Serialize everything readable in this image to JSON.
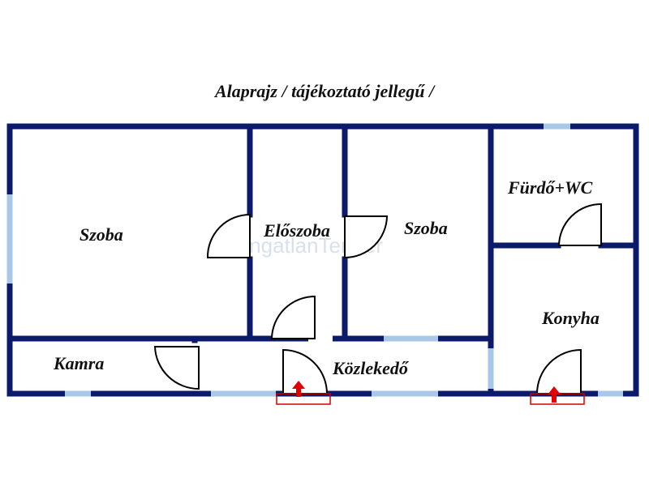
{
  "title": "Alaprajz / tájékoztató jellegű /",
  "rooms": {
    "szoba1": "Szoba",
    "eloszoba": "Előszoba",
    "szoba2": "Szoba",
    "furdo": "Fürdő+WC",
    "konyha": "Konyha",
    "kamra": "Kamra",
    "kozlekedo": "Közlekedő"
  },
  "watermark": "IngatlanTender",
  "colors": {
    "wall": "#0b1a6b",
    "window": "#a9c8e8",
    "entrance_marker": "#d00000"
  }
}
